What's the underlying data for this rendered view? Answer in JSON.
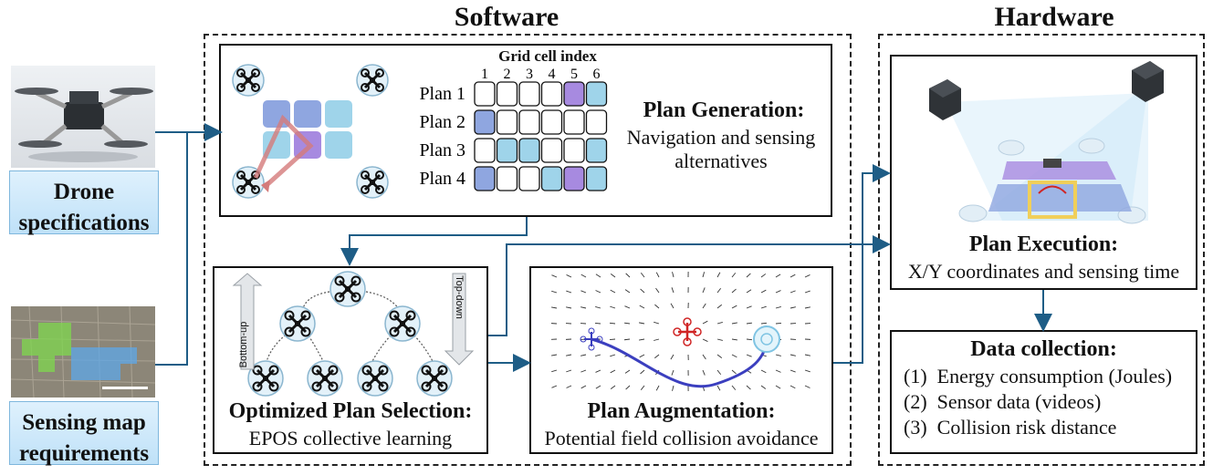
{
  "sections": {
    "software": "Software",
    "hardware": "Hardware"
  },
  "inputs": {
    "drone_label_line1": "Drone",
    "drone_label_line2": "specifications",
    "map_label_line1": "Sensing map",
    "map_label_line2": "requirements"
  },
  "plan_generation": {
    "grid_title": "Grid cell index",
    "columns": [
      "1",
      "2",
      "3",
      "4",
      "5",
      "6"
    ],
    "rows": [
      {
        "label": "Plan 1",
        "cells": [
          "w",
          "w",
          "w",
          "w",
          "p",
          "c"
        ]
      },
      {
        "label": "Plan 2",
        "cells": [
          "b",
          "w",
          "w",
          "w",
          "w",
          "w"
        ]
      },
      {
        "label": "Plan 3",
        "cells": [
          "w",
          "c",
          "c",
          "w",
          "w",
          "c"
        ]
      },
      {
        "label": "Plan 4",
        "cells": [
          "b",
          "w",
          "w",
          "c",
          "p",
          "c"
        ]
      }
    ],
    "title": "Plan Generation:",
    "desc_line1": "Navigation and sensing",
    "desc_line2": "alternatives"
  },
  "plan_selection": {
    "bottom_up": "Bottom-up",
    "top_down": "Top-down",
    "title": "Optimized Plan Selection:",
    "desc": "EPOS collective learning"
  },
  "plan_augmentation": {
    "title": "Plan Augmentation:",
    "desc": "Potential field collision avoidance"
  },
  "plan_execution": {
    "title": "Plan Execution:",
    "desc": "X/Y coordinates and sensing time"
  },
  "data_collection": {
    "title": "Data collection:",
    "items": [
      "(1)  Energy consumption (Joules)",
      "(2)  Sensor data (videos)",
      "(3)  Collision risk distance"
    ]
  },
  "colors": {
    "cell_blue": "#8fa6e0",
    "cell_cyan": "#9fd4ea",
    "cell_purple": "#a78ae0",
    "arrow": "#1e5d86",
    "label_bg": "#cfe8fa"
  }
}
